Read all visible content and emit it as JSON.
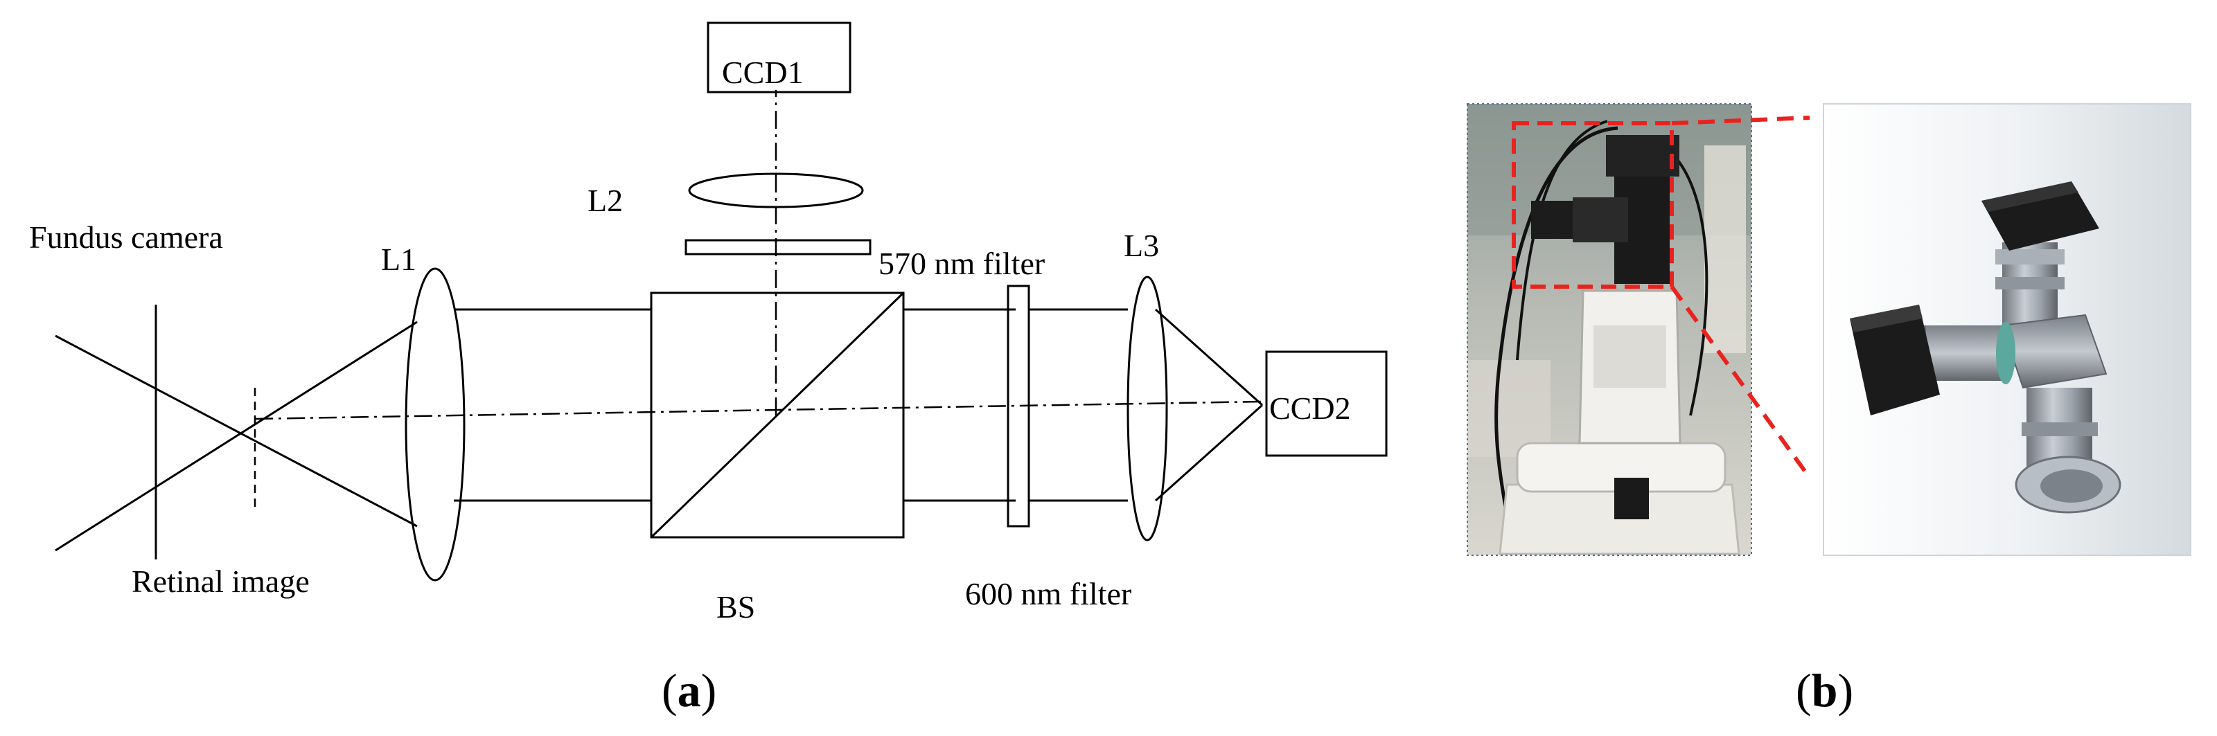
{
  "panel_a": {
    "label_open": "(",
    "label_letter": "a",
    "label_close": ")",
    "fundus_camera": "Fundus camera",
    "retinal_image": "Retinal image",
    "l1": "L1",
    "l2": "L2",
    "l3": "L3",
    "ccd1": "CCD1",
    "ccd2": "CCD2",
    "filter_570": "570 nm filter",
    "filter_600": "600 nm filter",
    "bs": "BS"
  },
  "panel_b": {
    "label_open": "(",
    "label_letter": "b",
    "label_close": ")",
    "colors": {
      "highlight": "#e8231f",
      "camera_body": "#1a1a1a",
      "photo_bg": "#c9c7c0",
      "render_bg": "#e9ecef"
    }
  }
}
